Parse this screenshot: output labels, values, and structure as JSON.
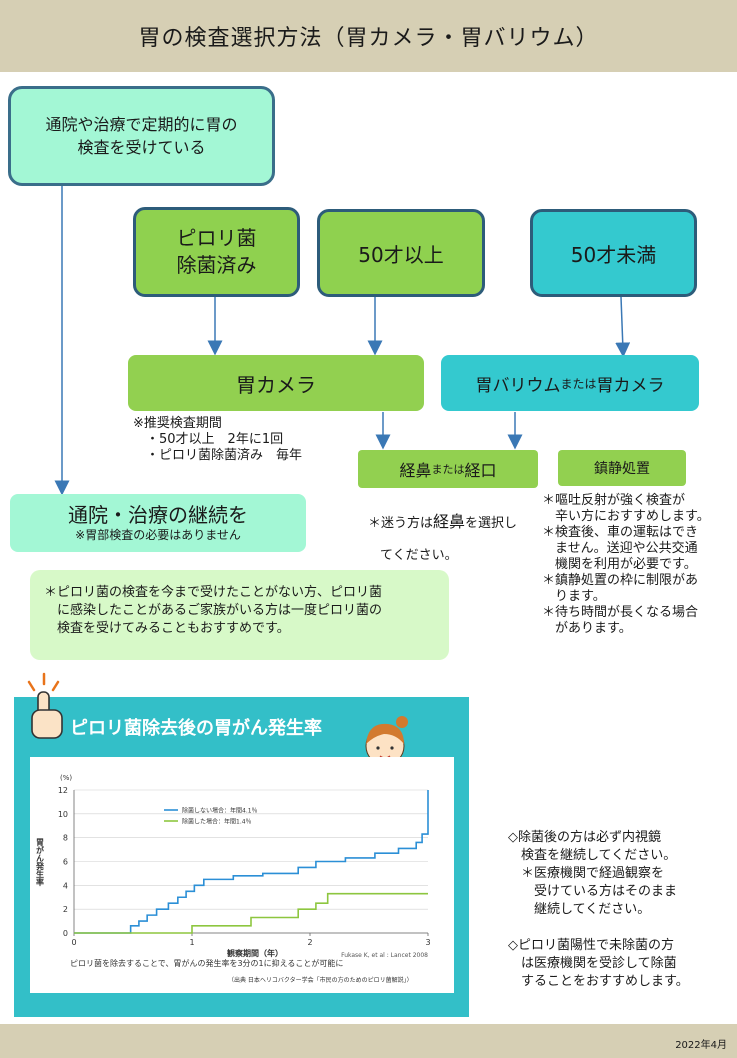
{
  "header": {
    "title": "胃の検査選択方法（胃カメラ・胃バリウム）"
  },
  "boxes": {
    "regular": "通院や治療で定期的に胃の\n検査を受けている",
    "pylori_done": "ピロリ菌\n除菌済み",
    "over50": "50才以上",
    "under50": "50才未満",
    "gastroscope": "胃カメラ",
    "barium_pre": "胃バリウム",
    "barium_mid": "または",
    "barium_post": "胃カメラ",
    "nasal_pre": "経鼻",
    "nasal_mid": "または",
    "nasal_post": "経口",
    "sedation": "鎮静処置",
    "continue_title": "通院・治療の継続を",
    "continue_sub": "※胃部検査の必要はありません"
  },
  "notes": {
    "recommend": "※推奨検査期間\n　・50才以上　2年に1回\n　・ピロリ菌除菌済み　毎年",
    "nasal_pre": "＊迷う方は",
    "nasal_big": "経鼻",
    "nasal_post": "を選択し",
    "nasal_line2": "てください。",
    "sedation_notes": "＊嘔吐反射が強く検査が\n　辛い方におすすめします。\n＊検査後、車の運転はでき\n　ません。送迎や公共交通\n　機関を利用が必要です。\n＊鎮静処置の枠に制限があ\n　ります。\n＊待ち時間が長くなる場合\n　があります。",
    "pylori_advice": "＊ピロリ菌の検査を今まで受けたことがない方、ピロリ菌\n　に感染したことがあるご家族がいる方は一度ピロリ菌の\n　検査を受けてみることもおすすめです。",
    "followup": "◇除菌後の方は必ず内視鏡\n　検査を継続してください。\n　＊医療機関で経過観察を\n　　受けている方はそのまま\n　　継続してください。\n\n◇ピロリ菌陽性で未除菌の方\n　は医療機関を受診して除菌\n　することをおすすめします。"
  },
  "panel": {
    "title": "ピロリ菌除去後の胃がん発生率",
    "caption": "ピロリ菌を除去することで、胃がんの発生率を3分の1に抑えることが可能に",
    "source": "（出典 日本ヘリコバクター学会「市民の方のためのピロリ菌解説」）",
    "citation": "Fukase K, et al : Lancet 2008"
  },
  "chart_data": {
    "type": "line",
    "xlabel": "観察期間（年）",
    "ylabel": "胃がん発生率",
    "yunit": "(%)",
    "xlim": [
      0,
      3
    ],
    "ylim": [
      0,
      12
    ],
    "xticks": [
      0,
      1,
      2,
      3
    ],
    "yticks": [
      0,
      2,
      4,
      6,
      8,
      10,
      12
    ],
    "series": [
      {
        "name": "除菌しない場合：年間4.1％",
        "color": "#2b8fd6",
        "x": [
          0,
          0.42,
          0.48,
          0.55,
          0.62,
          0.7,
          0.8,
          0.88,
          0.95,
          1.02,
          1.1,
          1.35,
          1.6,
          1.9,
          2.05,
          2.3,
          2.55,
          2.75,
          2.9,
          2.95,
          3.0
        ],
        "y": [
          0,
          0,
          0.6,
          1.0,
          1.5,
          2.0,
          2.5,
          3.0,
          3.5,
          4.0,
          4.5,
          4.8,
          5.0,
          5.5,
          6.0,
          6.3,
          6.7,
          7.1,
          7.6,
          8.3,
          12.0
        ]
      },
      {
        "name": "除菌した場合：年間1.4％",
        "color": "#8dc63f",
        "x": [
          0,
          0.55,
          1.0,
          1.5,
          1.9,
          2.05,
          2.15,
          3.0
        ],
        "y": [
          0,
          0,
          0.6,
          1.3,
          2.0,
          2.5,
          3.3,
          3.3
        ]
      }
    ]
  },
  "footer": {
    "date": "2022年4月"
  }
}
